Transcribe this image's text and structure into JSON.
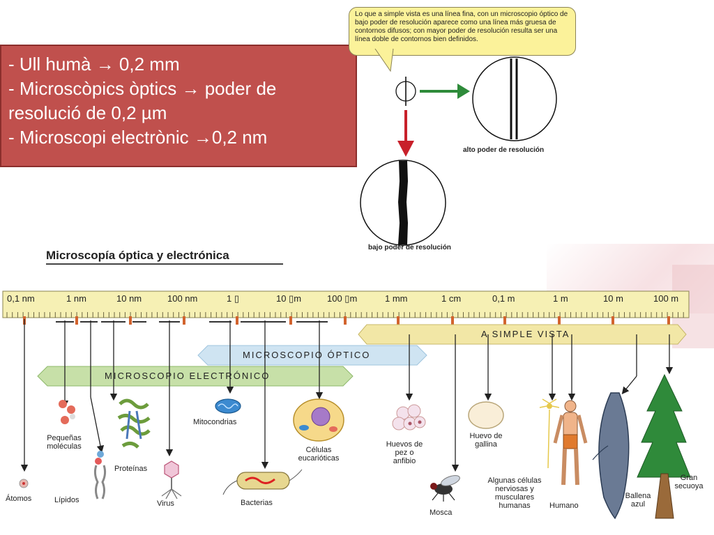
{
  "red_box": {
    "line1": "- Ull humà → 0,2 mm",
    "line2": "- Microscòpics òptics → poder de",
    "line3": "resolució de 0,2 µm",
    "line4": "- Microscopi electrònic →0,2 nm"
  },
  "bubble_text": "Lo que a simple vista es una línea fina, con un microscopio óptico de bajo poder de resolución aparece como una línea más gruesa de contornos difusos; con mayor poder de resolución resulta ser una línea doble de contornos bien definidos.",
  "resolution": {
    "high_label": "alto poder de resolución",
    "low_label": "bajo poder de resolución"
  },
  "diagram_title": "Microscopía óptica y electrónica",
  "scale": {
    "ticks": [
      "0,1 nm",
      "1 nm",
      "10 nm",
      "100 nm",
      "1 ▯",
      "10 ▯m",
      "100 ▯m",
      "1 mm",
      "1 cm",
      "0,1 m",
      "1 m",
      "10 m",
      "100 m"
    ]
  },
  "ranges": {
    "simple": "A SIMPLE VISTA",
    "optico": "MICROSCOPIO ÓPTICO",
    "electronico": "MICROSCOPIO ELECTRÓNICO"
  },
  "objects": {
    "atomos": "Átomos",
    "lipidos": "Lípidos",
    "pequenas": "Pequeñas moléculas",
    "proteinas": "Proteínas",
    "virus": "Virus",
    "mitocondrias": "Mitocondrias",
    "bacterias": "Bacterias",
    "celulas": "Células eucarióticas",
    "huevos": "Huevos de pez o anfibio",
    "mosca": "Mosca",
    "huevo_gallina": "Huevo de gallina",
    "algunas": "Algunas células nerviosas y musculares humanas",
    "humano": "Humano",
    "ballena": "Ballena azul",
    "secuoya": "Gran secuoya"
  },
  "colors": {
    "red_box": "#c0504d",
    "bubble": "#fbf29a",
    "ruler": "#f6f0b4",
    "simple_band": "#f2e7a6",
    "optico_band": "#cfe4f2",
    "electronico_band": "#c7e0a8",
    "green_arrow": "#2e8b3a",
    "red_arrow": "#c8202a"
  }
}
